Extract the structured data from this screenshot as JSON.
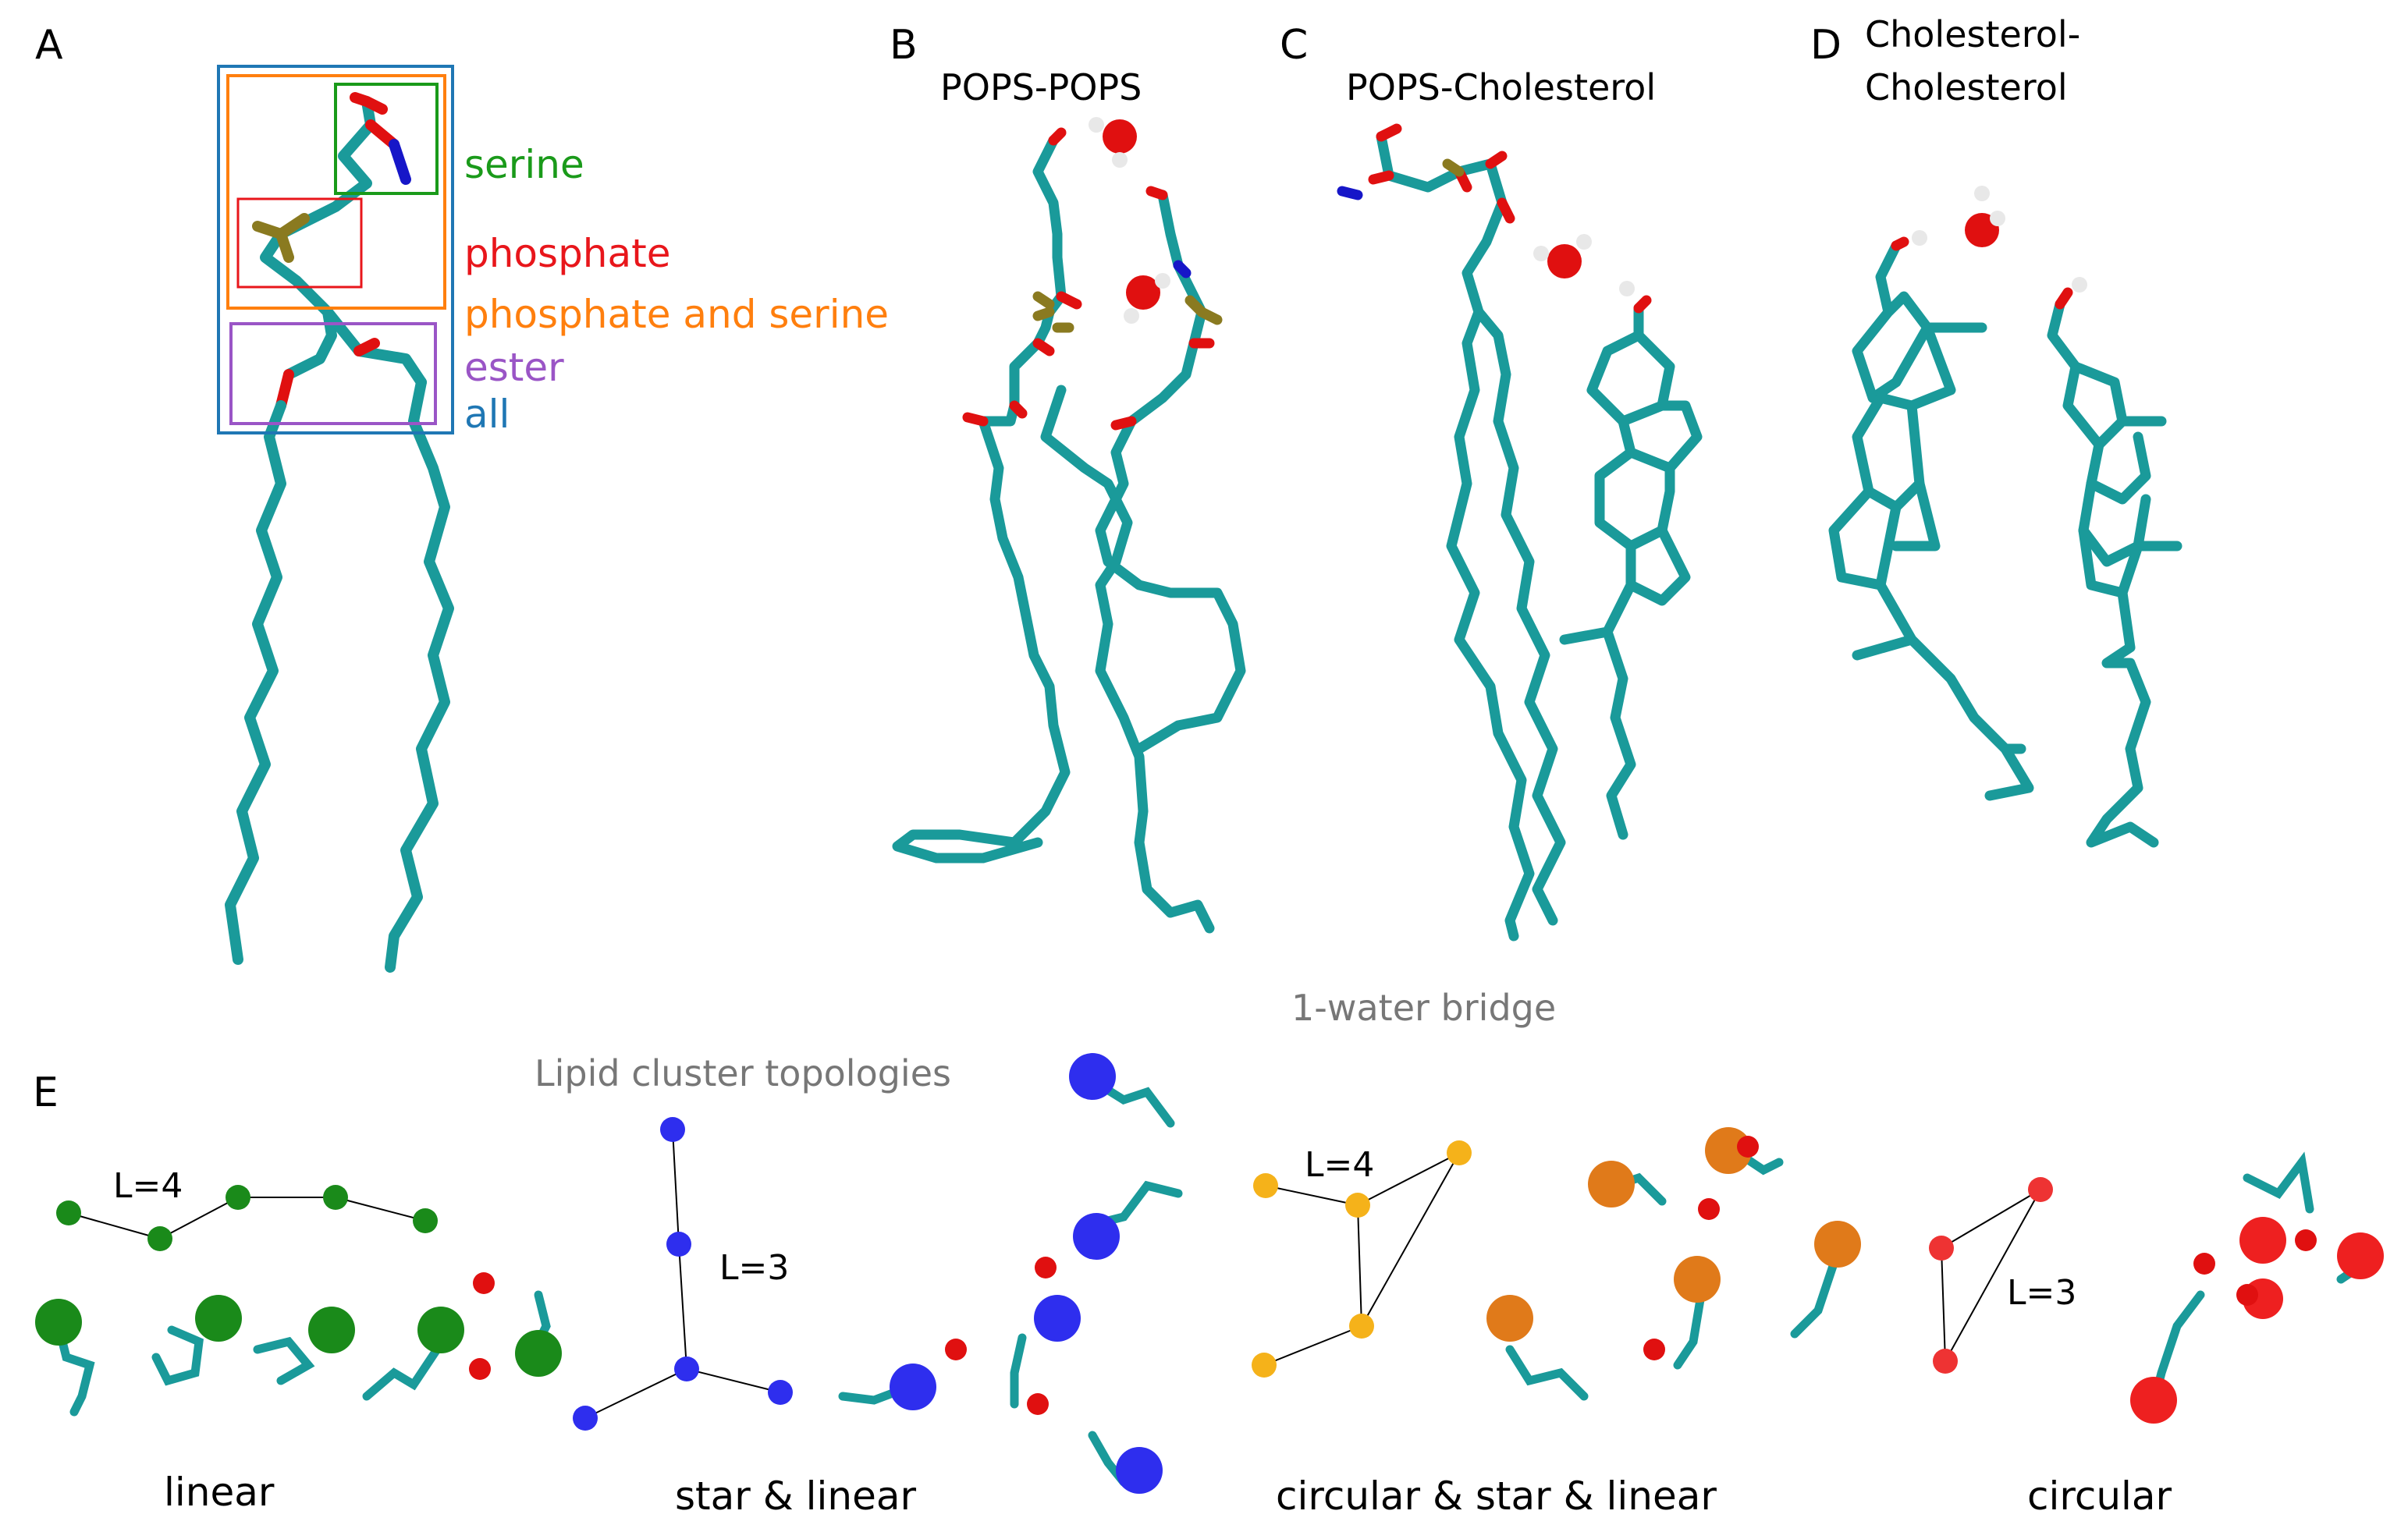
{
  "panels": {
    "a": {
      "letter": "A"
    },
    "b": {
      "letter": "B",
      "title": "POPS-POPS"
    },
    "c": {
      "letter": "C",
      "title": "POPS-Cholesterol"
    },
    "d": {
      "letter": "D",
      "title_line1": "Cholesterol-",
      "title_line2": "Cholesterol"
    },
    "e": {
      "letter": "E"
    }
  },
  "groups": [
    {
      "label": "serine",
      "color": "#1a9a1a"
    },
    {
      "label": "phosphate",
      "color": "#e8161b"
    },
    {
      "label": "phosphate and serine",
      "color": "#ff7f0e"
    },
    {
      "label": "ester",
      "color": "#9a55c6"
    },
    {
      "label": "all",
      "color": "#1f77b4"
    }
  ],
  "captions": {
    "water_bridge": "1-water bridge",
    "topologies_title": "Lipid cluster topologies"
  },
  "topologies": [
    {
      "name": "linear",
      "length_label": "L=4",
      "node_color": "#1a8a1a"
    },
    {
      "name": "star & linear",
      "length_label": "L=3",
      "node_color": "#2e2eee"
    },
    {
      "name": "circular & star & linear",
      "length_label": "L=4",
      "node_color": "#f5b21a"
    },
    {
      "name": "circular",
      "length_label": "L=3",
      "node_color": "#ee3333"
    }
  ],
  "colors": {
    "carbon": "#1a9a9a",
    "oxygen": "#e01010",
    "nitrogen": "#1616c8",
    "phosphorus": "#8a7a20",
    "hydrogen": "#e8e8e8",
    "caption_gray": "#777777"
  }
}
